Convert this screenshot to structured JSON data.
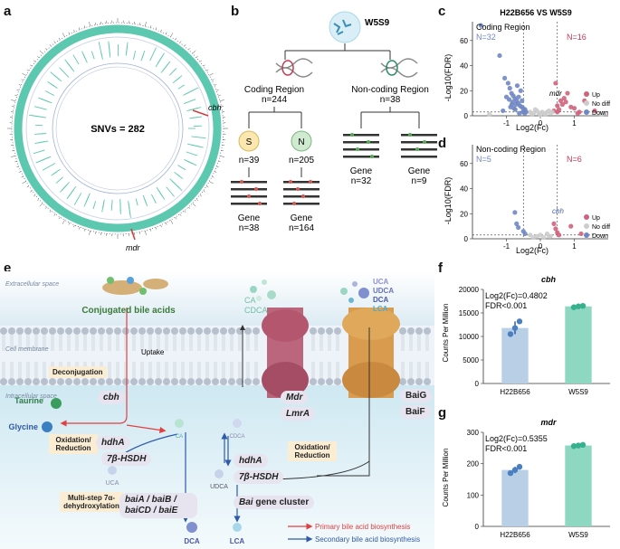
{
  "panels": {
    "a": "a",
    "b": "b",
    "c": "c",
    "d": "d",
    "e": "e",
    "f": "f",
    "g": "g"
  },
  "panel_a": {
    "center_label": "SNVs = 282",
    "gene_top": "cbh",
    "gene_bottom": "mdr"
  },
  "panel_b": {
    "strain": "W5S9",
    "coding": {
      "label": "Coding Region",
      "n": "n=244"
    },
    "noncoding": {
      "label": "Non-coding Region",
      "n": "n=38"
    },
    "s": {
      "letter": "S",
      "n": "n=39",
      "gene_label": "Gene",
      "gene_n": "n=38"
    },
    "nn": {
      "letter": "N",
      "n": "n=205",
      "gene_label": "Gene",
      "gene_n": "n=164"
    },
    "nc_gene1": {
      "label": "Gene",
      "n": "n=32"
    },
    "nc_gene2": {
      "label": "Gene",
      "n": "n=9"
    }
  },
  "panel_c": {
    "title": "H22B656 VS W5S9",
    "region": "Coding Region",
    "n_down": "N=32",
    "n_up": "N=16",
    "annot": "mdr",
    "ylabel": "-Log10(FDR)",
    "xlabel": "Log2(Fc)",
    "yticks": [
      "0",
      "20",
      "40",
      "60"
    ],
    "xticks": [
      "-1",
      "0",
      "1"
    ]
  },
  "panel_d": {
    "region": "Non-coding Region",
    "n_down": "N=5",
    "n_up": "N=6",
    "annot": "cbh",
    "ylabel": "-Log10(FDR)",
    "xlabel": "Log2(Fc)",
    "yticks": [
      "0",
      "20",
      "40",
      "60"
    ],
    "xticks": [
      "-1",
      "0",
      "1"
    ]
  },
  "legend": {
    "up": "Up",
    "nodiff": "No diff",
    "down": "Down"
  },
  "colors": {
    "up": "#d0627c",
    "nodiff": "#cccccc",
    "down": "#6f87c3",
    "teal": "#5cc8b0",
    "bar_h": "#b9cfe6",
    "bar_w": "#8ed8c2"
  },
  "panel_e": {
    "extracellular": "Extracellular space",
    "membrane": "Cell membrane",
    "intracellular": "Intracellular space",
    "conjugated": "Conjugated bile acids",
    "uptake": "Uptake",
    "ca_cdca_top": {
      "ca": "CA",
      "cdca": "CDCA"
    },
    "right_top": [
      "UCA",
      "UDCA",
      "DCA",
      "LCA"
    ],
    "deconjugation": "Deconjugation",
    "taurine": "Taurine",
    "glycine": "Glycine",
    "cbh": "cbh",
    "ca": "CA",
    "cdca": "CDCA",
    "hdhA1": "hdhA",
    "hsdh1": "7β-HSDH",
    "hdhA2": "hdhA",
    "hsdh2": "7β-HSDH",
    "oxred1": "Oxidation/ Reduction",
    "oxred2": "Oxidation/ Reduction",
    "uca": "UCA",
    "udca": "UDCA",
    "mdr": "Mdr",
    "lmra": "LmrA",
    "baiG": "BaiG",
    "baiF": "BaiF",
    "multistep": "Multi-step 7α- dehydroxylation",
    "bai_genes": "baiA / baiB / baiCD / baiE",
    "bai_cluster_gene": "Bai",
    "bai_cluster_text": "gene cluster",
    "dca": "DCA",
    "lca": "LCA",
    "primary": "Primary bile acid biosynthesis",
    "secondary": "Secondary bile acid biosynthesis"
  },
  "chart_data": [
    {
      "type": "scatter",
      "title": "H22B656 VS W5S9",
      "subtitle": "Coding Region",
      "xlabel": "Log2(Fc)",
      "ylabel": "-Log10(FDR)",
      "xlim": [
        -2,
        2
      ],
      "ylim": [
        0,
        75
      ],
      "series": [
        {
          "name": "Up",
          "x": [
            0.45,
            0.5,
            0.55,
            0.6,
            0.7,
            0.8,
            1.0,
            1.15,
            1.3,
            0.4,
            0.65,
            1.6,
            1.1,
            0.5,
            0.75,
            0.9
          ],
          "y": [
            26,
            8,
            5,
            12,
            14,
            18,
            6,
            3,
            12,
            4,
            9,
            4,
            2,
            3,
            11,
            7
          ]
        },
        {
          "name": "No diff",
          "x": [
            -0.3,
            -0.2,
            -0.1,
            0,
            0.1,
            0.2,
            0.3,
            -0.25,
            0.15,
            0.05,
            -0.05,
            0.25,
            -1.5,
            1.8,
            -0.15,
            0.35
          ],
          "y": [
            3,
            2,
            4,
            1,
            2,
            3,
            2,
            1,
            1,
            3,
            2,
            4,
            1,
            1,
            5,
            3
          ]
        },
        {
          "name": "Down",
          "x": [
            -1.75,
            -1.2,
            -1.05,
            -0.95,
            -0.9,
            -0.85,
            -0.8,
            -0.75,
            -0.7,
            -0.65,
            -0.6,
            -0.55,
            -0.5,
            -0.45,
            -0.42,
            -0.48,
            -0.52,
            -0.62,
            -0.72,
            -0.82,
            -0.92,
            -1.0,
            -1.1,
            -0.58,
            -0.68,
            -0.78,
            -0.88,
            -0.46,
            -0.54,
            -0.64,
            -0.74,
            -0.84
          ],
          "y": [
            72,
            48,
            30,
            26,
            22,
            18,
            16,
            14,
            12,
            10,
            8,
            7,
            6,
            5,
            3,
            4,
            3,
            2,
            9,
            11,
            13,
            15,
            4,
            20,
            24,
            6,
            7,
            2,
            12,
            15,
            5,
            9
          ]
        }
      ]
    },
    {
      "type": "scatter",
      "subtitle": "Non-coding Region",
      "xlabel": "Log2(Fc)",
      "ylabel": "-Log10(FDR)",
      "xlim": [
        -2,
        2
      ],
      "ylim": [
        0,
        75
      ],
      "series": [
        {
          "name": "Up",
          "x": [
            0.4,
            0.45,
            0.5,
            0.55,
            0.9,
            1.2
          ],
          "y": [
            12,
            8,
            5,
            3,
            10,
            4
          ]
        },
        {
          "name": "No diff",
          "x": [
            -0.3,
            -0.1,
            0.1,
            0.2,
            0.3,
            -0.2,
            0,
            0.25
          ],
          "y": [
            3,
            2,
            1,
            4,
            2,
            1,
            3,
            2
          ]
        },
        {
          "name": "Down",
          "x": [
            -0.75,
            -0.7,
            -0.65,
            -0.45,
            -0.5
          ],
          "y": [
            21,
            12,
            9,
            4,
            6
          ]
        }
      ]
    },
    {
      "type": "bar",
      "title": "cbh",
      "ylabel": "Counts Per Million",
      "categories": [
        "H22B656",
        "W5S9"
      ],
      "values": [
        11800,
        16400
      ],
      "points": [
        [
          10500,
          11800,
          13200
        ],
        [
          16200,
          16400,
          16500
        ]
      ],
      "ylim": [
        0,
        20000
      ],
      "yticks": [
        "0",
        "5000",
        "10000",
        "15000",
        "20000"
      ],
      "annotation": [
        "Log2(Fc)=0.4802",
        "FDR<0.001"
      ]
    },
    {
      "type": "bar",
      "title": "mdr",
      "ylabel": "Counts Per Million",
      "categories": [
        "H22B656",
        "W5S9"
      ],
      "values": [
        180,
        258
      ],
      "points": [
        [
          170,
          180,
          190
        ],
        [
          256,
          258,
          260
        ]
      ],
      "ylim": [
        0,
        300
      ],
      "yticks": [
        "0",
        "100",
        "200",
        "300"
      ],
      "annotation": [
        "Log2(Fc)=0.5355",
        "FDR<0.001"
      ]
    }
  ]
}
